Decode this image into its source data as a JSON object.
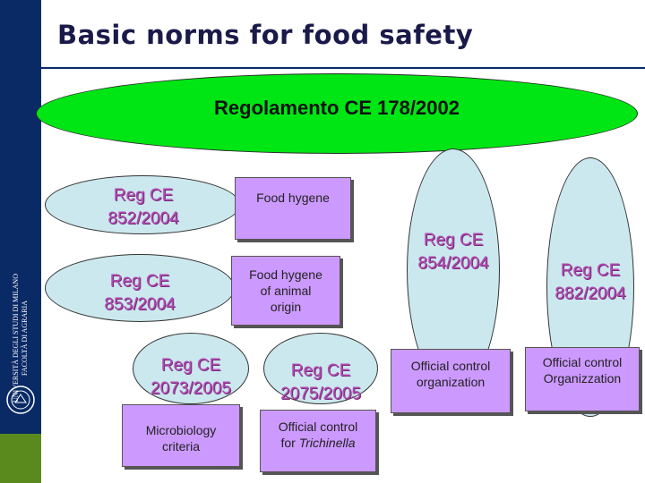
{
  "title": "Basic norms for food safety",
  "main_regulation": "Regolamento CE 178/2002",
  "reg852": {
    "line1": "Reg CE",
    "line2": "852/2004"
  },
  "reg853": {
    "line1": "Reg CE",
    "line2": "853/2004"
  },
  "reg854": {
    "line1": "Reg CE",
    "line2": "854/2004"
  },
  "reg882": {
    "line1": "Reg CE",
    "line2": "882/2004"
  },
  "reg2073": {
    "line1": "Reg CE",
    "line2": "2073/2005"
  },
  "reg2075": {
    "line1": "Reg CE",
    "line2": "2075/2005"
  },
  "notes": {
    "food_hygene": "Food hygene",
    "animal_line1": "Food hygene",
    "animal_line2": "of animal",
    "animal_line3": "origin",
    "micro_line1": "Microbiology",
    "micro_line2": "criteria",
    "trich_line1": "Official control",
    "trich_line2_prefix": "for ",
    "trich_line2_italic": "Trichinella",
    "org_line1": "Official control",
    "org_line2": "organization",
    "organ_line1": "Official control",
    "organ_line2": "Organizzation"
  },
  "logo": {
    "line1": "UNIVERSITÀ DEGLI STUDI DI MILANO",
    "line2": "FACOLTÀ DI AGRARIA"
  },
  "colors": {
    "sidebar": "#0a2a66",
    "green_ellipse": "#00e614",
    "blue_ellipse": "#cbe8ee",
    "note": "#cc99ff",
    "reg_text": "#b04ab0"
  }
}
